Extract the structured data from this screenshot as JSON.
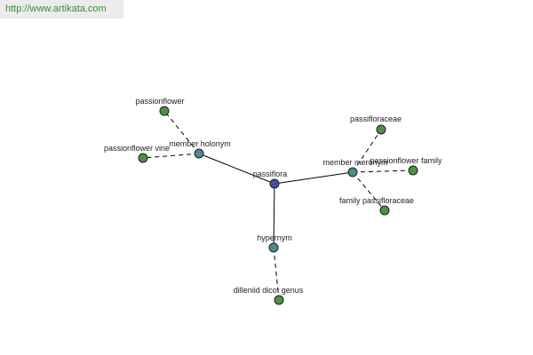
{
  "watermark": {
    "text": "http://www.artikata.com"
  },
  "colors": {
    "center_node": "#4b4e9c",
    "relation_node": "#4e8a8e",
    "leaf_node": "#4f9047",
    "edge": "#000000",
    "watermark_text": "#3a8a3a",
    "watermark_bg": "#ececec"
  },
  "graph": {
    "center": {
      "id": "passiflora",
      "label": "passiflora"
    },
    "relations": [
      {
        "id": "member-holonym",
        "label": "member holonym",
        "leaves": [
          {
            "id": "passionflower",
            "label": "passionflower"
          },
          {
            "id": "passionflower-vine",
            "label": "passionflower vine"
          }
        ]
      },
      {
        "id": "member-meronym",
        "label": "member meronym",
        "leaves": [
          {
            "id": "passifloraceae",
            "label": "passifloraceae"
          },
          {
            "id": "passionflower-family",
            "label": "passionflower family"
          },
          {
            "id": "family-passifloraceae",
            "label": "family passifloraceae"
          }
        ]
      },
      {
        "id": "hypernym",
        "label": "hypernym",
        "leaves": [
          {
            "id": "dilleniid-dicot-genus",
            "label": "dilleniid dicot genus"
          }
        ]
      }
    ]
  }
}
